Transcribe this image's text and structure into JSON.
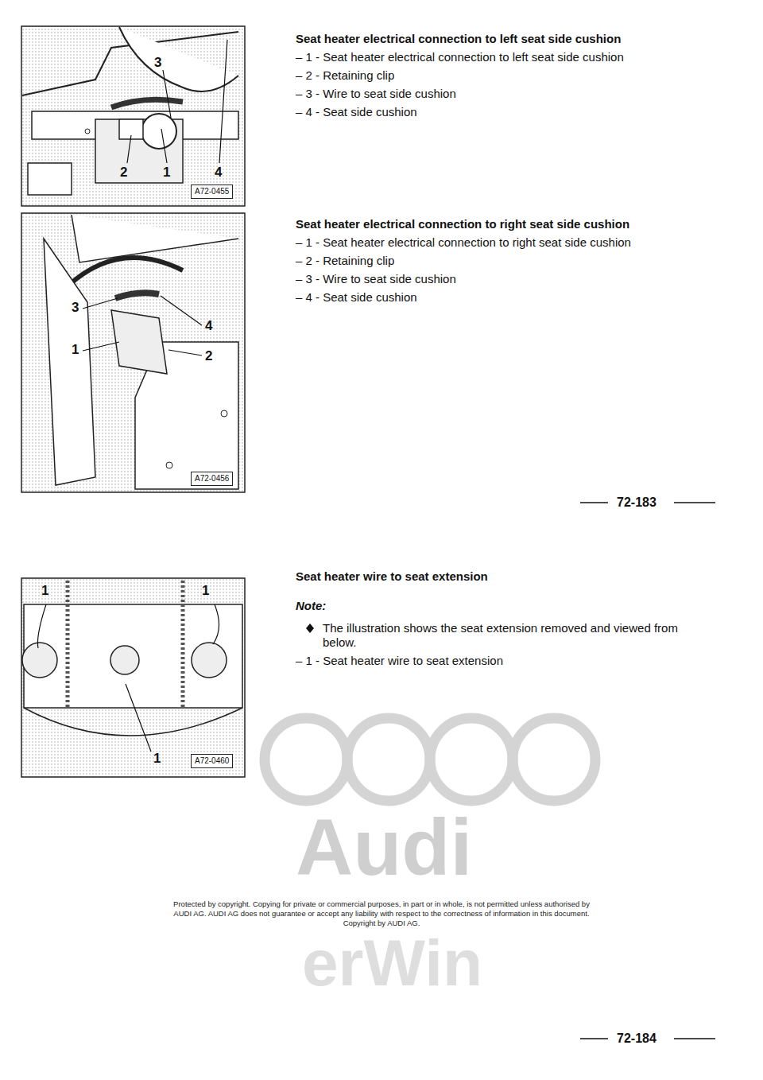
{
  "diagram": {
    "nodes": [
      {
        "text": [
          "A72-0455"
        ]
      },
      {
        "text": [
          "A72-0456"
        ]
      },
      {
        "text": [
          "A72-0460"
        ]
      }
    ],
    "labels": [
      "Seat heater electrical connection to left seat side cushion",
      "– 1 - Seat heater electrical connection to left seat side cushion",
      "– 2 - Retaining clip",
      "– 3 - Wire to seat side cushion",
      "– 4 - Seat side cushion",
      "3",
      "2",
      "1",
      "4",
      "Seat heater electrical connection to right seat side cushion",
      "– 1 - Seat heater electrical connection to right seat side cushion",
      "– 2 - Retaining clip",
      "– 3 - Wire to seat side cushion",
      "– 4 - Seat side cushion",
      "3",
      "1",
      "4",
      "2",
      "72-183",
      "Seat heater wire to seat extension",
      "Note:",
      "The illustration shows the seat extension removed and viewed from below.",
      "– 1 - Seat heater wire to seat extension",
      "1",
      "1",
      "1",
      "Audi",
      "Protected by copyright. Copying for private or commercial purposes, in part or in whole, is not permitted unless authorised by AUDI AG. AUDI AG does not guarantee or accept any liability with respect to the correctness of information in this document. Copyright by AUDI AG.",
      "erWin",
      "72-184"
    ]
  }
}
